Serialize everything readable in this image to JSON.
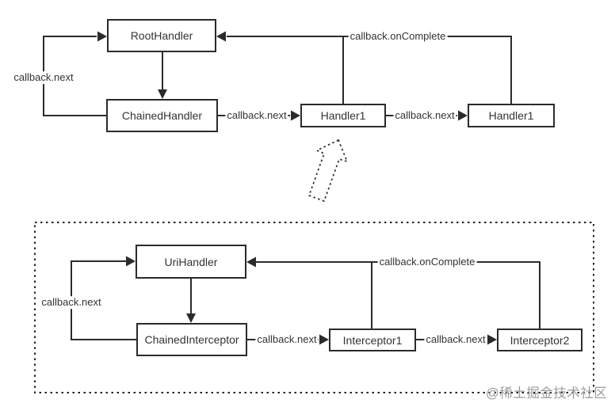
{
  "top_diagram": {
    "nodes": {
      "root_handler": "RootHandler",
      "chained_handler": "ChainedHandler",
      "handler1_a": "Handler1",
      "handler1_b": "Handler1"
    },
    "edge_labels": {
      "callback_next_loop": "callback.next",
      "callback_next_1": "callback.next",
      "callback_next_2": "callback.next",
      "callback_oncomplete": "callback.onComplete"
    }
  },
  "bottom_diagram": {
    "nodes": {
      "uri_handler": "UriHandler",
      "chained_interceptor": "ChainedInterceptor",
      "interceptor1": "Interceptor1",
      "interceptor2": "Interceptor2"
    },
    "edge_labels": {
      "callback_next_loop": "callback.next",
      "callback_next_1": "callback.next",
      "callback_next_2": "callback.next",
      "callback_oncomplete": "callback.onComplete"
    }
  },
  "watermark": "@稀土掘金技术社区",
  "colors": {
    "line": "#2b2b2b",
    "box_border": "#2b2b2b",
    "text": "#333333",
    "watermark_text": "#9b9b9b",
    "background": "#ffffff"
  }
}
